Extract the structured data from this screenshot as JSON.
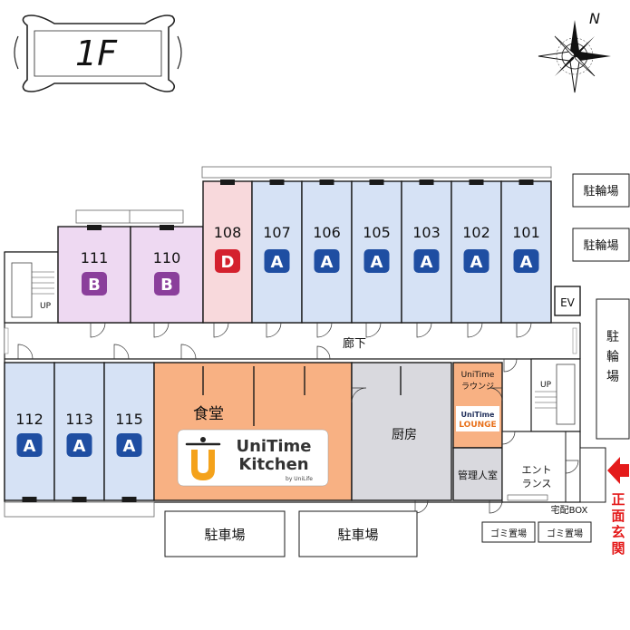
{
  "floor_label": "1F",
  "compass_letter": "N",
  "rooms_upper": [
    {
      "number": "111",
      "type": "B",
      "fill": "#eed9f2",
      "badge": "#8a3f9b"
    },
    {
      "number": "110",
      "type": "B",
      "fill": "#eed9f2",
      "badge": "#8a3f9b"
    },
    {
      "number": "108",
      "type": "D",
      "fill": "#f8d9dc",
      "badge": "#d4212e"
    },
    {
      "number": "107",
      "type": "A",
      "fill": "#d6e2f5",
      "badge": "#1f4ea2"
    },
    {
      "number": "106",
      "type": "A",
      "fill": "#d6e2f5",
      "badge": "#1f4ea2"
    },
    {
      "number": "105",
      "type": "A",
      "fill": "#d6e2f5",
      "badge": "#1f4ea2"
    },
    {
      "number": "103",
      "type": "A",
      "fill": "#d6e2f5",
      "badge": "#1f4ea2"
    },
    {
      "number": "102",
      "type": "A",
      "fill": "#d6e2f5",
      "badge": "#1f4ea2"
    },
    {
      "number": "101",
      "type": "A",
      "fill": "#d6e2f5",
      "badge": "#1f4ea2"
    }
  ],
  "rooms_lower": [
    {
      "number": "112",
      "type": "A",
      "fill": "#d6e2f5",
      "badge": "#1f4ea2"
    },
    {
      "number": "113",
      "type": "A",
      "fill": "#d6e2f5",
      "badge": "#1f4ea2"
    },
    {
      "number": "115",
      "type": "A",
      "fill": "#d6e2f5",
      "badge": "#1f4ea2"
    }
  ],
  "labels": {
    "corridor": "廊下",
    "ev": "EV",
    "up": "UP",
    "dining": "食堂",
    "kitchen": "厨房",
    "lounge_line1": "UniTime",
    "lounge_line2": "ラウンジ",
    "manager": "管理人室",
    "entrance_line1": "エント",
    "entrance_line2": "ランス",
    "parcel_box": "宅配BOX",
    "garbage1": "ゴミ置場",
    "garbage2": "ゴミ置場",
    "bike1": "駐輪場",
    "bike2": "駐輪場",
    "bike3": "駐輪場",
    "parking1": "駐車場",
    "parking2": "駐車場",
    "main_entrance": "正面玄関"
  },
  "kitchen_logo": {
    "line1": "UniTime",
    "line2": "Kitchen",
    "byline": "by UniLife",
    "mark": "U"
  },
  "lounge_logo": {
    "line1": "UniTime",
    "line2": "LOUNGE"
  },
  "colors": {
    "dining": "#f8b183",
    "kitchen": "#d9d9de",
    "lounge": "#f8b183",
    "lounge_logo_text": "#e8711c",
    "arrow": "#e41a1a",
    "wall": "#1a1a1a"
  }
}
